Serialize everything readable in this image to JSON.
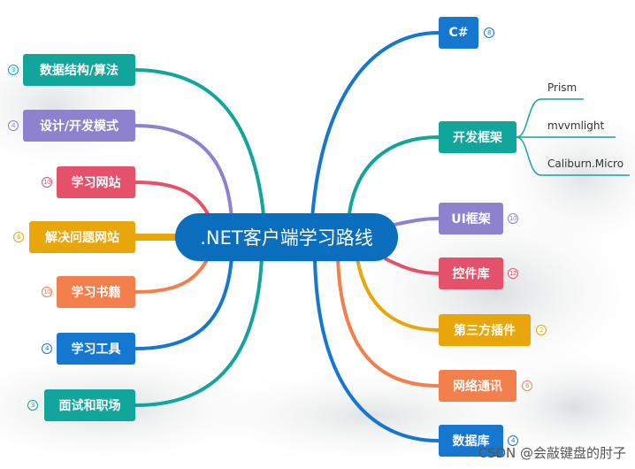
{
  "center": {
    "label": ".NET客户端学习路线",
    "color": "#0a6ebd"
  },
  "left_branches": [
    {
      "label": "数据结构/算法",
      "badge": "3",
      "color": "#12a59b"
    },
    {
      "label": "设计/开发模式",
      "badge": "4",
      "color": "#8e82cf"
    },
    {
      "label": "学习网站",
      "badge": "10",
      "color": "#e5506a"
    },
    {
      "label": "解决问题网站",
      "badge": "6",
      "color": "#e8a60a"
    },
    {
      "label": "学习书籍",
      "badge": "10",
      "color": "#f27f4c"
    },
    {
      "label": "学习工具",
      "badge": "4",
      "color": "#1577d0"
    },
    {
      "label": "面试和职场",
      "badge": "3",
      "color": "#12a59b"
    }
  ],
  "right_branches": [
    {
      "label": "C#",
      "badge": "8",
      "color": "#1577d0"
    },
    {
      "label": "开发框架",
      "badge": "",
      "color": "#12a59b",
      "children": [
        "Prism",
        "mvvmlight",
        "Caliburn.Micro"
      ]
    },
    {
      "label": "UI框架",
      "badge": "10",
      "color": "#8e82cf"
    },
    {
      "label": "控件库",
      "badge": "12",
      "color": "#e5506a"
    },
    {
      "label": "第三方插件",
      "badge": "2",
      "color": "#e8a60a"
    },
    {
      "label": "网络通讯",
      "badge": "6",
      "color": "#f27f4c"
    },
    {
      "label": "数据库",
      "badge": "4",
      "color": "#1577d0"
    }
  ],
  "watermark": "CSDN @会敲键盘的肘子"
}
